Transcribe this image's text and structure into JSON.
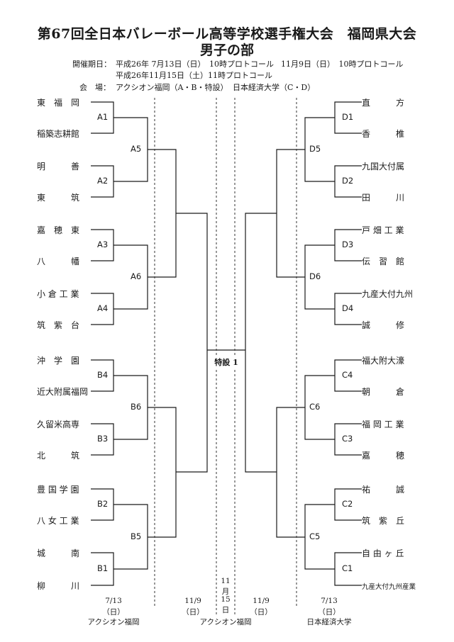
{
  "header": {
    "title": "第67回全日本バレーボール高等学校選手権大会　福岡県大会",
    "subtitle": "男子の部",
    "dates_label": "開催期日：",
    "date1": "平成26年 7月13日（日）　10時プロトコール",
    "date2": "11月9日（日）　10時プロトコール",
    "date3": "平成26年11月15日（土）11時プロトコール",
    "venue_label": "会　場：",
    "venue1": "アクシオン福岡（A・B・特設）",
    "venue2": "日本経済大学（C・D）"
  },
  "left_teams": [
    "東　福　岡",
    "稲築志耕館",
    "明　　　善",
    "東　　　筑",
    "嘉　穂　東",
    "八　　　幡",
    "小 倉 工 業",
    "筑　紫　台",
    "沖　学　園",
    "近大附属福岡",
    "久留米高専",
    "北　　　筑",
    "豊 国 学 園",
    "八 女 工 業",
    "城　　　南",
    "柳　　　川"
  ],
  "right_teams": [
    "直　　　方",
    "香　　　椎",
    "九国大付属",
    "田　　　川",
    "戸 畑 工 業",
    "伝　習　館",
    "九産大付九州",
    "誠　　　修",
    "福大附大濠",
    "朝　　　倉",
    "福 岡 工 業",
    "嘉　　　穂",
    "祐　　　誠",
    "筑　紫　丘",
    "自 由 ヶ 丘",
    "九産大付九州産業"
  ],
  "matches": {
    "A1": "A1",
    "A2": "A2",
    "A3": "A3",
    "A4": "A4",
    "A5": "A5",
    "A6": "A6",
    "B1": "B1",
    "B2": "B2",
    "B3": "B3",
    "B4": "B4",
    "B5": "B5",
    "B6": "B6",
    "C1": "C1",
    "C2": "C2",
    "C3": "C3",
    "C4": "C4",
    "C5": "C5",
    "C6": "C6",
    "D1": "D1",
    "D2": "D2",
    "D3": "D3",
    "D4": "D4",
    "D5": "D5",
    "D6": "D6",
    "final": "特設 1"
  },
  "footer": {
    "d1_date": "7/13",
    "d1_day": "（日）",
    "d1_venue": "アクシオン福岡",
    "d2_date": "11/9",
    "d2_day": "（日）",
    "center_venue": "アクシオン福岡",
    "final_v": [
      "11",
      "月",
      "15",
      "日"
    ],
    "d3_date": "11/9",
    "d3_day": "（日）",
    "d4_date": "7/13",
    "d4_day": "（日）",
    "d4_venue": "日本経済大学"
  }
}
